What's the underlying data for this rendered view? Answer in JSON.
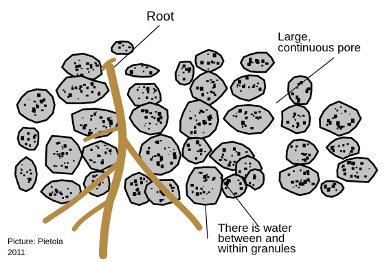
{
  "labels": {
    "root": "Root",
    "pore_line1": "Large,",
    "pore_line2": "continuous pore",
    "water_line1": "There is water",
    "water_line2": "between and",
    "water_line3": "within granules",
    "credit_line1": "Picture: Pietola",
    "credit_line2": "2011"
  },
  "colors": {
    "granule_fill": "#c4c4c4",
    "granule_outline": "#000000",
    "root": "#b48c46",
    "text": "#000000"
  }
}
